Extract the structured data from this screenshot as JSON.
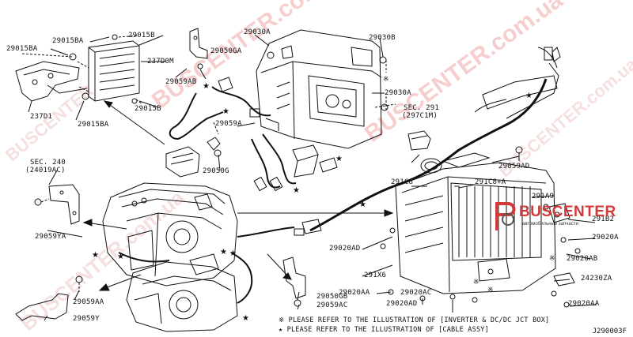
{
  "diagram": {
    "figure_code": "J290003F",
    "part_labels": [
      {
        "id": "l1",
        "text": "29015BA"
      },
      {
        "id": "l2",
        "text": "29015BA"
      },
      {
        "id": "l3",
        "text": "29015B"
      },
      {
        "id": "l4",
        "text": "237D0M"
      },
      {
        "id": "l5",
        "text": "29015B"
      },
      {
        "id": "l6",
        "text": "29015BA"
      },
      {
        "id": "l7",
        "text": "237D1"
      },
      {
        "id": "l8",
        "text": "29050GA"
      },
      {
        "id": "l9",
        "text": "29059AB"
      },
      {
        "id": "l10",
        "text": "29030A"
      },
      {
        "id": "l11",
        "text": "29030B"
      },
      {
        "id": "l12",
        "text": "29030A"
      },
      {
        "id": "l13",
        "text": "29059A"
      },
      {
        "id": "l14",
        "text": "29050G"
      },
      {
        "id": "l15",
        "text": "SEC. 291"
      },
      {
        "id": "l16",
        "text": "(297C1M)"
      },
      {
        "id": "l17",
        "text": "29059AD"
      },
      {
        "id": "l18",
        "text": "SEC. 240"
      },
      {
        "id": "l19",
        "text": "(24019AC)"
      },
      {
        "id": "l20",
        "text": "291C8"
      },
      {
        "id": "l21",
        "text": "291C8+A"
      },
      {
        "id": "l22",
        "text": "291A9"
      },
      {
        "id": "l23",
        "text": "291B2"
      },
      {
        "id": "l24",
        "text": "29020A"
      },
      {
        "id": "l25",
        "text": "29059YA"
      },
      {
        "id": "l26",
        "text": "29020AD"
      },
      {
        "id": "l27",
        "text": "29020AB"
      },
      {
        "id": "l28",
        "text": "291X6"
      },
      {
        "id": "l29",
        "text": "24230ZA"
      },
      {
        "id": "l30",
        "text": "29020AA"
      },
      {
        "id": "l31",
        "text": "29020AC"
      },
      {
        "id": "l32",
        "text": "29020AA"
      },
      {
        "id": "l33",
        "text": "29020AD"
      },
      {
        "id": "l34",
        "text": "29059AA"
      },
      {
        "id": "l35",
        "text": "29050GB"
      },
      {
        "id": "l36",
        "text": "29059AC"
      },
      {
        "id": "l37",
        "text": "29059Y"
      }
    ],
    "notes": [
      {
        "symbol": "※",
        "text": "PLEASE REFER TO THE ILLUSTRATION OF [INVERTER & DC/DC JCT BOX]"
      },
      {
        "symbol": "★",
        "text": "PLEASE REFER TO THE ILLUSTRATION OF [CABLE ASSY]"
      }
    ]
  },
  "watermark": {
    "text_a": "BUSCENTER.com.ua",
    "text_b": "BUSCENTER.com.ua",
    "text_c": "BUSCENTER.com.ua",
    "text_d": "BUSCENTER.com.ua",
    "text_e": "BUSCENTER",
    "logo_text": "BUSCENTER",
    "logo_sub": "автомобильные запчасти",
    "color": "#e25050"
  }
}
